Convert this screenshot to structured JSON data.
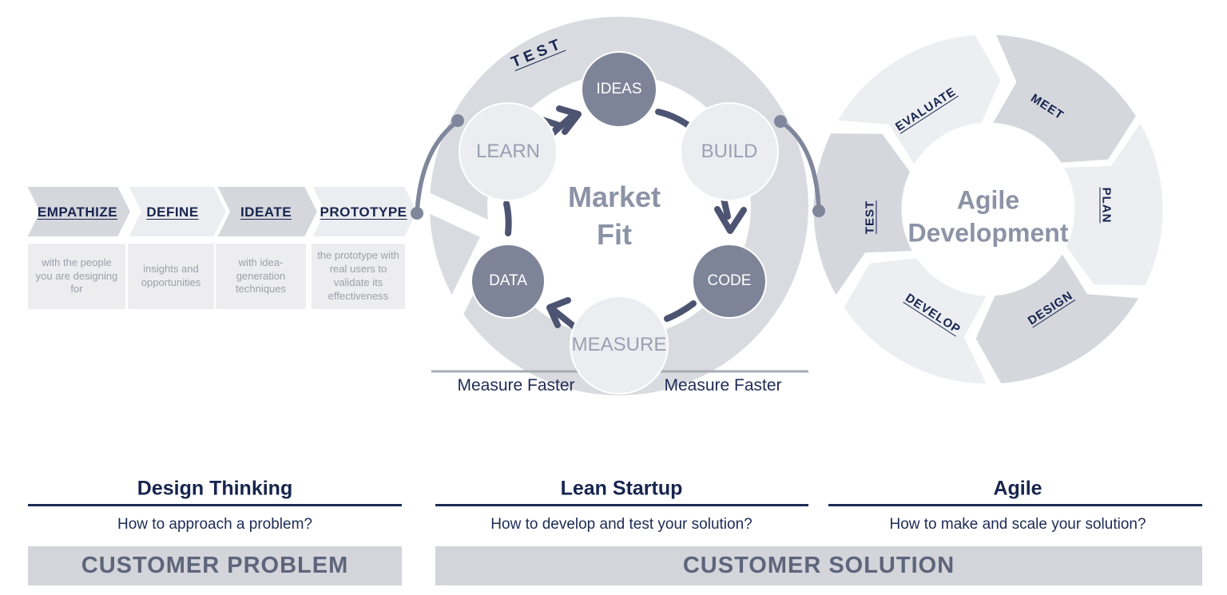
{
  "design_thinking_flow": {
    "steps": [
      {
        "label": "EMPATHIZE",
        "description": "with the people you are designing for"
      },
      {
        "label": "DEFINE",
        "description": "insights and opportunities"
      },
      {
        "label": "IDEATE",
        "description": "with idea-generation techniques"
      },
      {
        "label": "PROTOTYPE",
        "description": "the prototype with real users to validate its effectiveness"
      }
    ]
  },
  "lean_startup_cycle": {
    "arc_label": "TEST",
    "center": {
      "line1": "Market",
      "line2": "Fit"
    },
    "nodes": [
      {
        "label": "LEARN",
        "emphasis": "light"
      },
      {
        "label": "IDEAS",
        "emphasis": "dark"
      },
      {
        "label": "BUILD",
        "emphasis": "light"
      },
      {
        "label": "CODE",
        "emphasis": "dark"
      },
      {
        "label": "MEASURE",
        "emphasis": "light"
      },
      {
        "label": "DATA",
        "emphasis": "dark"
      }
    ],
    "baseline_labels": {
      "left": "Measure Faster",
      "right": "Measure Faster"
    }
  },
  "agile_cycle": {
    "center": {
      "line1": "Agile",
      "line2": "Development"
    },
    "segments": [
      {
        "label": "EVALUATE",
        "underlined": true
      },
      {
        "label": "MEET",
        "underlined": false
      },
      {
        "label": "PLAN",
        "underlined": true
      },
      {
        "label": "DESIGN",
        "underlined": true
      },
      {
        "label": "DEVELOP",
        "underlined": true
      },
      {
        "label": "TEST",
        "underlined": true
      }
    ]
  },
  "footer": {
    "columns": [
      {
        "title": "Design Thinking",
        "question": "How to approach a problem?"
      },
      {
        "title": "Lean Startup",
        "question": "How to develop and test your solution?"
      },
      {
        "title": "Agile",
        "question": "How to make and scale your solution?"
      }
    ],
    "problem_band": "CUSTOMER PROBLEM",
    "solution_band": "CUSTOMER SOLUTION"
  },
  "colors": {
    "navy": "#17254e",
    "chevron_dark": "#d5d7dd",
    "chevron_light": "#ecedf1",
    "ring_gray": "#d9dbe0",
    "node_dark": "#7e8498",
    "segment_light": "#eceef1",
    "segment_dark": "#d5d7dd",
    "band_bg": "#d3d5db",
    "band_text": "#5e657b"
  }
}
